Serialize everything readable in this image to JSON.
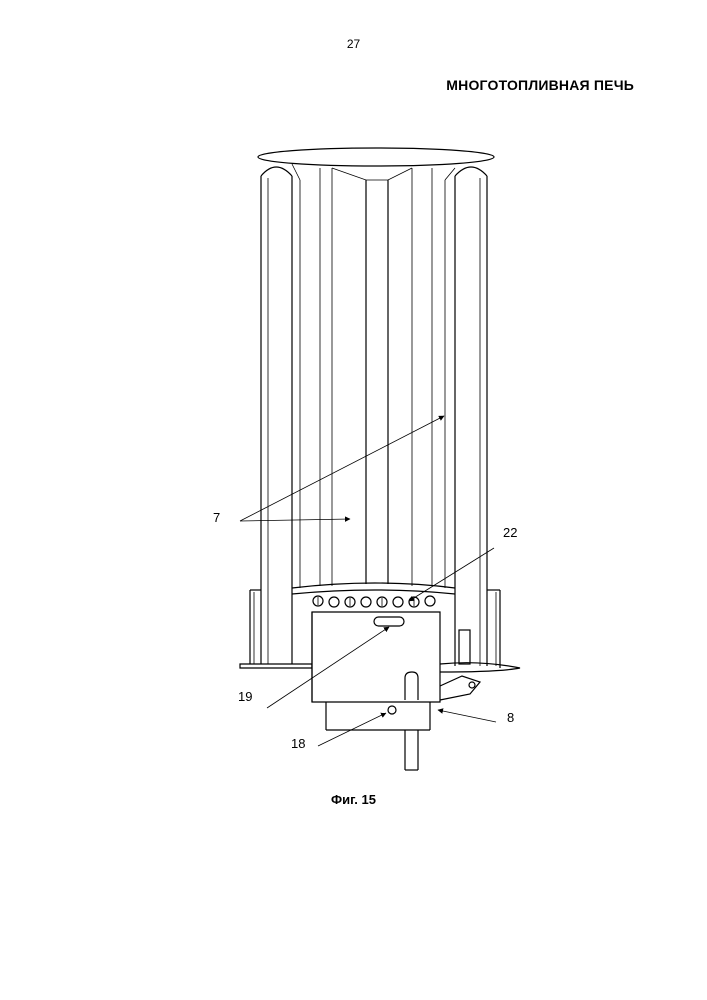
{
  "header": {
    "page_number": "27",
    "title": "МНОГОТОПЛИВНАЯ ПЕЧЬ"
  },
  "figure": {
    "caption": "Фиг. 15",
    "labels": {
      "label_7": "7",
      "label_22": "22",
      "label_19": "19",
      "label_8": "8",
      "label_18": "18"
    }
  }
}
